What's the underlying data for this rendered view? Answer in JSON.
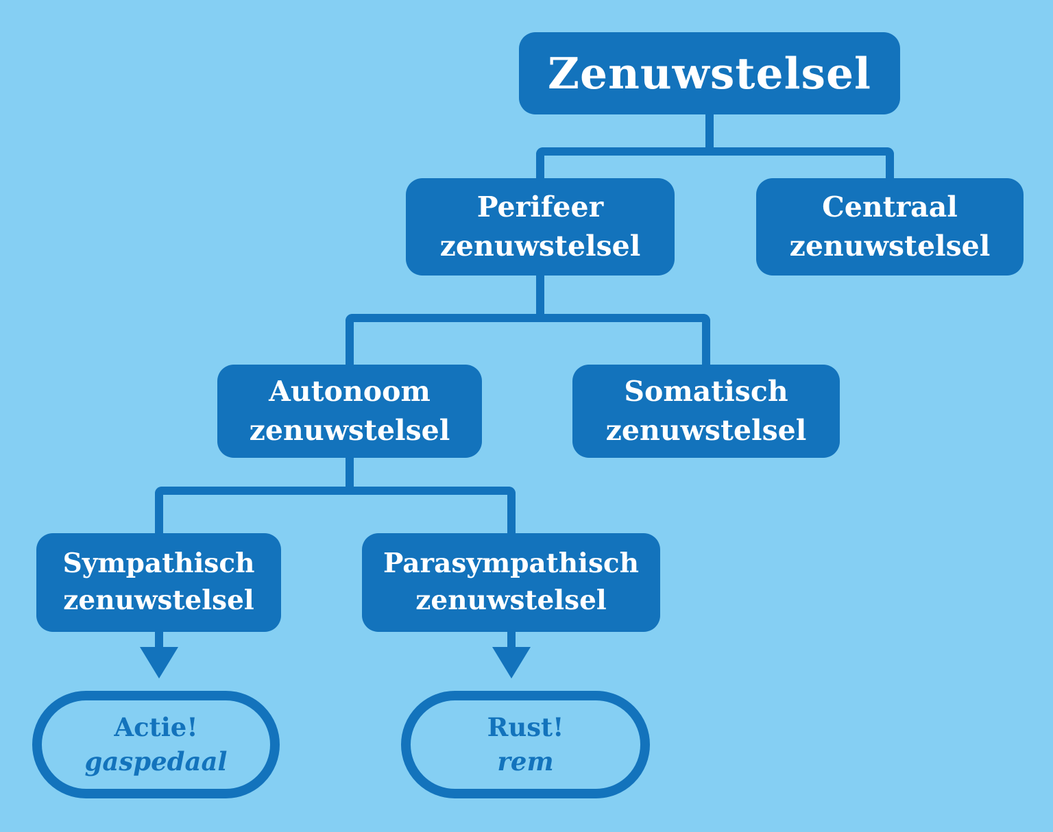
{
  "colors": {
    "background": "#85CFF3",
    "node_fill": "#1373BC",
    "node_text": "#FFFFFF",
    "connector": "#1373BC"
  },
  "nodes": {
    "root": {
      "label": "Zenuwstelsel"
    },
    "perifeer": {
      "line1": "Perifeer",
      "line2": "zenuwstelsel"
    },
    "centraal": {
      "line1": "Centraal",
      "line2": "zenuwstelsel"
    },
    "autonoom": {
      "line1": "Autonoom",
      "line2": "zenuwstelsel"
    },
    "somatisch": {
      "line1": "Somatisch",
      "line2": "zenuwstelsel"
    },
    "sympathisch": {
      "line1": "Sympathisch",
      "line2": "zenuwstelsel"
    },
    "parasympathisch": {
      "line1": "Parasympathisch",
      "line2": "zenuwstelsel"
    },
    "actie": {
      "line1": "Actie!",
      "line2": "gaspedaal"
    },
    "rust": {
      "line1": "Rust!",
      "line2": "rem"
    }
  },
  "edges": [
    {
      "from": "Zenuwstelsel",
      "to": "Perifeer zenuwstelsel",
      "style": "line"
    },
    {
      "from": "Zenuwstelsel",
      "to": "Centraal zenuwstelsel",
      "style": "line"
    },
    {
      "from": "Perifeer zenuwstelsel",
      "to": "Autonoom zenuwstelsel",
      "style": "line"
    },
    {
      "from": "Perifeer zenuwstelsel",
      "to": "Somatisch zenuwstelsel",
      "style": "line"
    },
    {
      "from": "Autonoom zenuwstelsel",
      "to": "Sympathisch zenuwstelsel",
      "style": "line"
    },
    {
      "from": "Autonoom zenuwstelsel",
      "to": "Parasympathisch zenuwstelsel",
      "style": "line"
    },
    {
      "from": "Sympathisch zenuwstelsel",
      "to": "Actie! gaspedaal",
      "style": "arrow"
    },
    {
      "from": "Parasympathisch zenuwstelsel",
      "to": "Rust! rem",
      "style": "arrow"
    }
  ]
}
